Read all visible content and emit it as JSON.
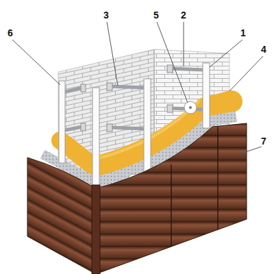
{
  "diagram": {
    "labels": [
      "6",
      "3",
      "5",
      "2",
      "1",
      "4",
      "7"
    ]
  }
}
